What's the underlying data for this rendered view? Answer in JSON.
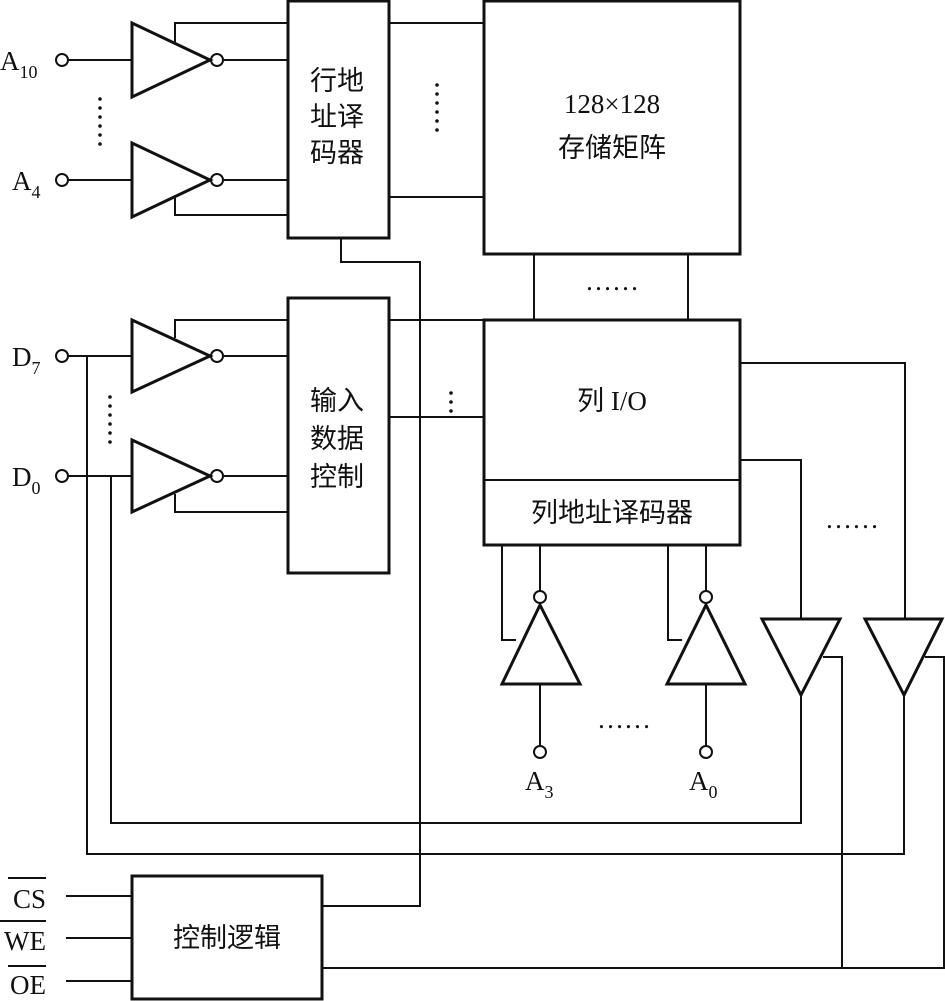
{
  "row_address_inputs": {
    "first": {
      "letter": "A",
      "sub": "10"
    },
    "last": {
      "letter": "A",
      "sub": "4"
    }
  },
  "data_inputs": {
    "first": {
      "letter": "D",
      "sub": "7"
    },
    "last": {
      "letter": "D",
      "sub": "0"
    }
  },
  "column_address_inputs": {
    "first": {
      "letter": "A",
      "sub": "3"
    },
    "last": {
      "letter": "A",
      "sub": "0"
    }
  },
  "blocks": {
    "row_decoder": [
      "行地",
      "址译",
      "码器"
    ],
    "memory_array": {
      "size": "128×128",
      "label": "存储矩阵"
    },
    "input_data_control": [
      "输入",
      "数据",
      "控制"
    ],
    "column_io": "列 I/O",
    "column_decoder": "列地址译码器",
    "control_logic": "控制逻辑"
  },
  "control_signals": [
    "CS",
    "WE",
    "OE"
  ],
  "control_signals_active_low": true,
  "ellipsis": "……"
}
